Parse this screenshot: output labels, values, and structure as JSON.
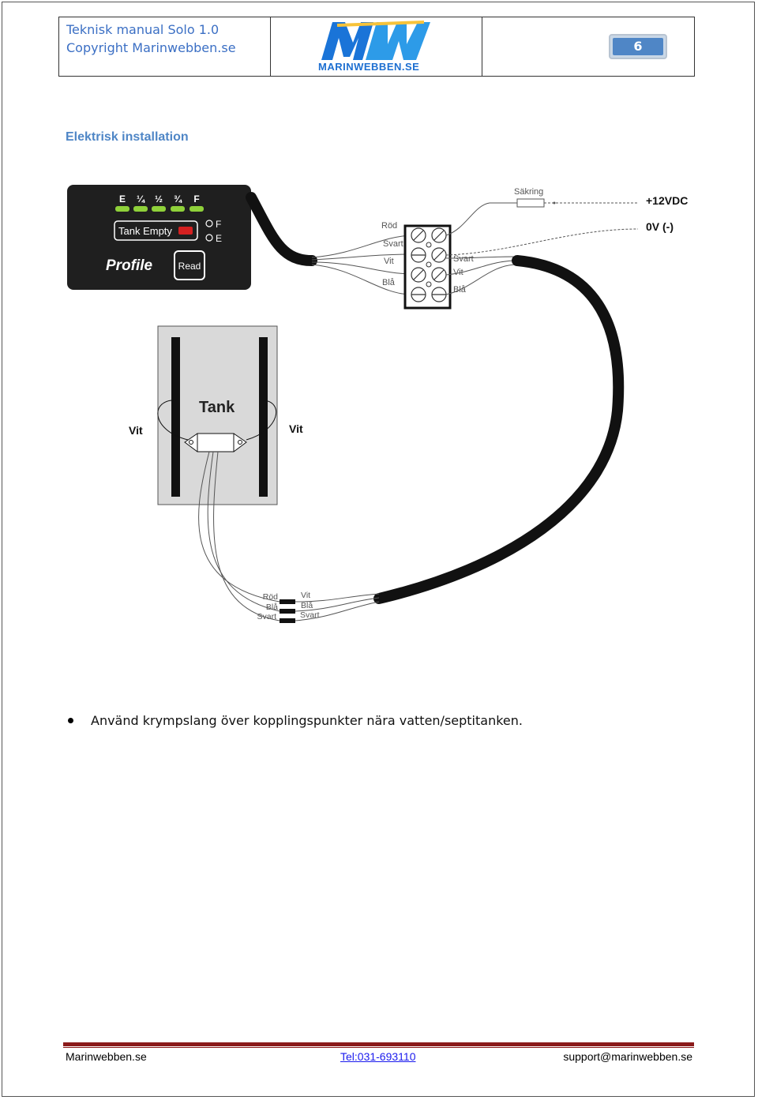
{
  "header": {
    "manual_title": "Teknisk manual  Solo  1.0",
    "copyright": "Copyright Marinwebben.se",
    "logo_letters": "MW",
    "logo_text": "MARINWEBBEN.SE",
    "page_number": "6"
  },
  "section_title": "Elektrisk installation",
  "diagram": {
    "panel": {
      "levels": [
        "E",
        "¼",
        "½",
        "¾",
        "F"
      ],
      "tank_empty": "Tank Empty",
      "brand": "Profile",
      "read_button": "Read",
      "indicator_f": "F",
      "indicator_e": "E"
    },
    "fuse_label": "Säkring",
    "power_positive": "+12VDC",
    "power_negative": "0V (-)",
    "terminal_left": [
      "Röd",
      "Svart",
      "Vit",
      "Blå"
    ],
    "terminal_right": [
      "Svart",
      "Vit",
      "Blå"
    ],
    "tank_label": "Tank",
    "tank_vit_left": "Vit",
    "tank_vit_right": "Vit",
    "joint_left": [
      "Röd",
      "Blå",
      "Svart"
    ],
    "joint_right": [
      "Vit",
      "Blå",
      "Svart"
    ]
  },
  "bullet_text": "Använd krympslang över kopplingspunkter nära vatten/septitanken.",
  "footer": {
    "left": "Marinwebben.se",
    "middle": "Tel:031-693110",
    "right": "support@marinwebben.se"
  },
  "colors": {
    "accent_blue": "#4f86c6",
    "header_text": "#3b6fc4",
    "footer_rule": "#8b1a1a",
    "led_green": "#8fd13a",
    "led_red": "#d42020"
  }
}
